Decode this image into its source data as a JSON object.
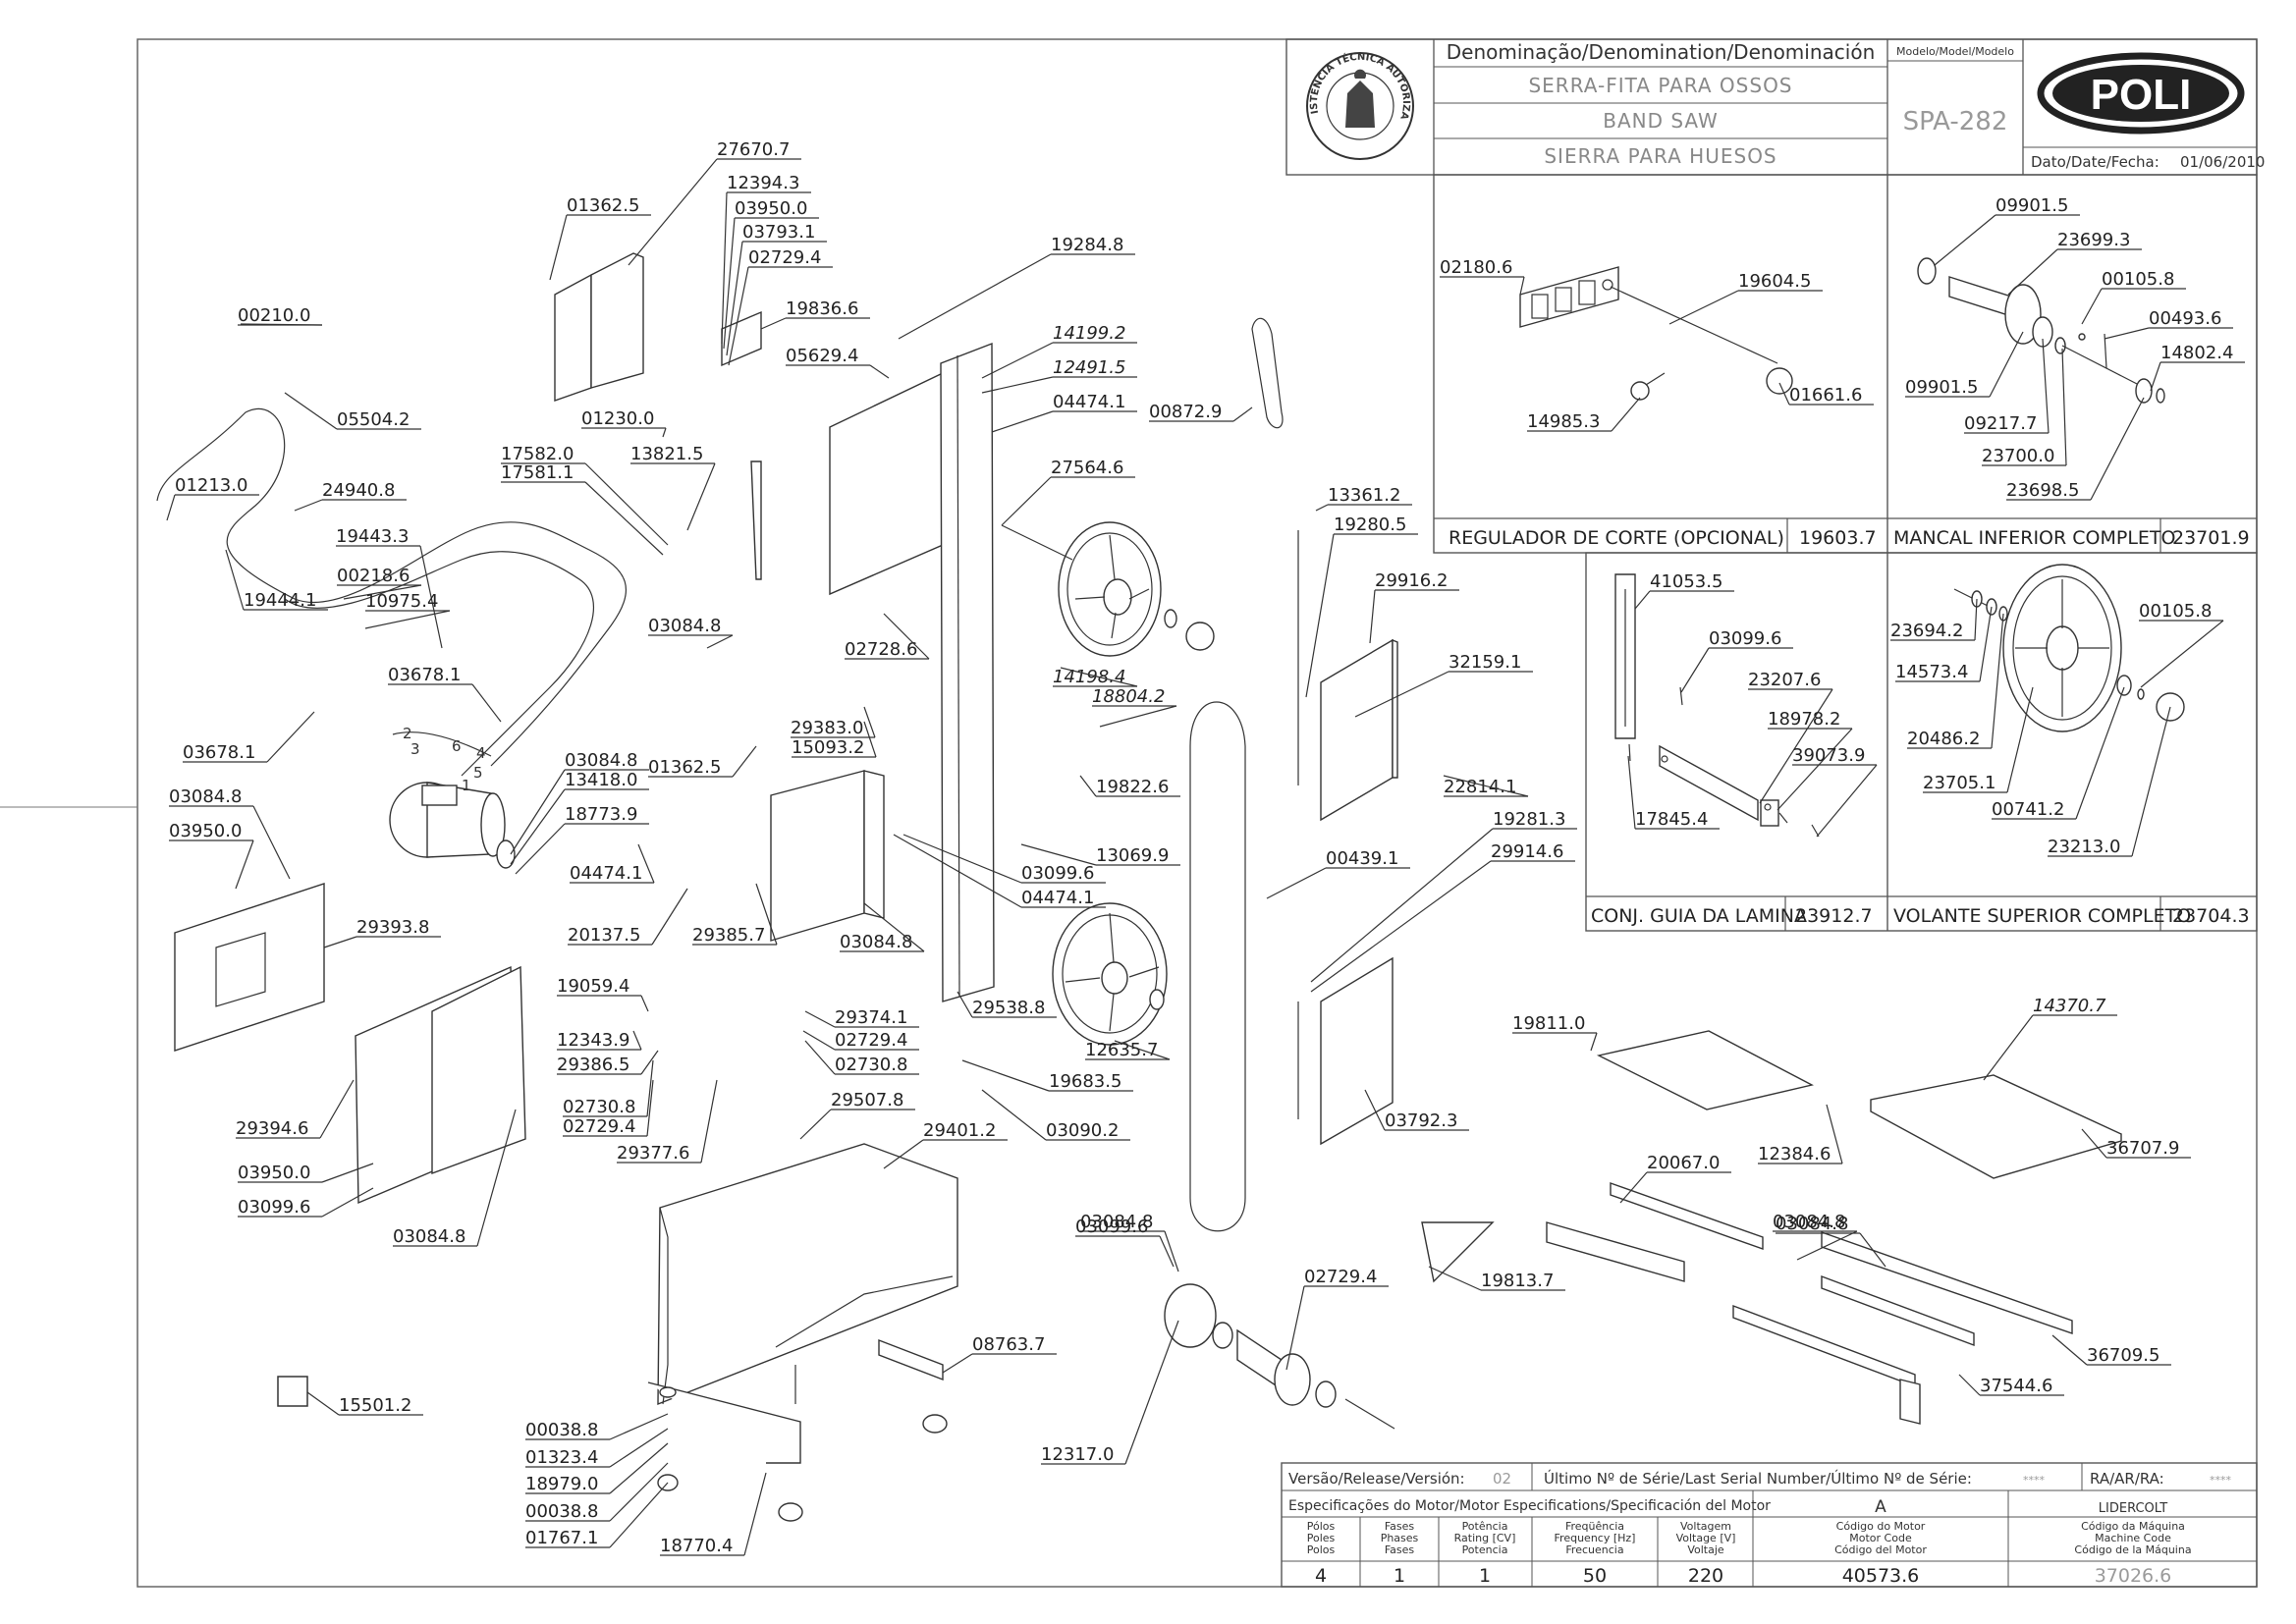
{
  "title_block": {
    "denomination_header": "Denominação/Denomination/Denominación",
    "name_pt": "SERRA-FITA PARA OSSOS",
    "name_en": "BAND SAW",
    "name_es": "SIERRA PARA HUESOS",
    "model_header": "Modelo/Model/Modelo",
    "model": "SPA-282",
    "brand": "POLI",
    "date_label": "Dato/Date/Fecha:",
    "date": "01/06/2010",
    "seal_text": "ASSISTÊNCIA TÉCNICA AUTORIZADA"
  },
  "subassemblies": [
    {
      "title": "REGULADOR DE CORTE (OPCIONAL)",
      "code": "19603.7",
      "parts": [
        "02180.6",
        "19604.5",
        "14985.3",
        "01661.6"
      ]
    },
    {
      "title": "MANCAL INFERIOR COMPLETO",
      "code": "23701.9",
      "parts": [
        "09901.5",
        "23699.3",
        "00105.8",
        "00493.6",
        "14802.4",
        "09901.5",
        "09217.7",
        "23700.0",
        "23698.5"
      ]
    },
    {
      "title": "CONJ. GUIA DA LAMINA",
      "code": "23912.7",
      "parts": [
        "41053.5",
        "03099.6",
        "23207.6",
        "18978.2",
        "39073.9",
        "17845.4"
      ]
    },
    {
      "title": "VOLANTE SUPERIOR COMPLETO",
      "code": "23704.3",
      "parts": [
        "23694.2",
        "00105.8",
        "14573.4",
        "20486.2",
        "23705.1",
        "00741.2",
        "23213.0"
      ]
    }
  ],
  "main_labels": [
    "27670.7",
    "01362.5",
    "12394.3",
    "03950.0",
    "03793.1",
    "02729.4",
    "19836.6",
    "19284.8",
    "14199.2",
    "12491.5",
    "05629.4",
    "04474.1",
    "00872.9",
    "00210.0",
    "05504.2",
    "01230.0",
    "13821.5",
    "17582.0",
    "17581.1",
    "27564.6",
    "01213.0",
    "24940.8",
    "19443.3",
    "00218.6",
    "10975.4",
    "19444.1",
    "03678.1",
    "03678.1",
    "03084.8",
    "02728.6",
    "14198.4",
    "18804.2",
    "29383.0",
    "15093.2",
    "01362.5",
    "03084.8",
    "13418.0",
    "18773.9",
    "03084.8",
    "03950.0",
    "04474.1",
    "20137.5",
    "29385.7",
    "03084.8",
    "19822.6",
    "13069.9",
    "03099.6",
    "04474.1",
    "29393.8",
    "19059.4",
    "12343.9",
    "29386.5",
    "02730.8",
    "02729.4",
    "29377.6",
    "29374.1",
    "02729.4",
    "02730.8",
    "29507.8",
    "29538.8",
    "12635.7",
    "19683.5",
    "03090.2",
    "29394.6",
    "03950.0",
    "03099.6",
    "03084.8",
    "29401.2",
    "13361.2",
    "19280.5",
    "29916.2",
    "32159.1",
    "22814.1",
    "00439.1",
    "19281.3",
    "29914.6",
    "03792.3",
    "19811.0",
    "14370.7",
    "03084.8",
    "20067.0",
    "12384.6",
    "36707.9",
    "03084.8",
    "19813.7",
    "36709.5",
    "37544.6",
    "03084.8",
    "03099.6",
    "02729.4",
    "12317.0",
    "08763.7",
    "00038.8",
    "01323.4",
    "18979.0",
    "00038.8",
    "01767.1",
    "18770.4",
    "15501.2"
  ],
  "wire_numbers": [
    "2",
    "3",
    "6",
    "4",
    "5",
    "1"
  ],
  "footer": {
    "version_label": "Versão/Release/Versión:",
    "version": "02",
    "serial_label": "Último Nº de Série/Last Serial Number/Último Nº de Série:",
    "serial": "****",
    "ra_label": "RA/AR/RA:",
    "ra": "****",
    "motor_spec_label": "Especificações do Motor/Motor Especifications/Specificación del Motor",
    "motor_class": "A",
    "manufacturer": "LIDERCOLT",
    "columns": [
      {
        "h1": "Pólos",
        "h2": "Poles",
        "h3": "Polos",
        "value": "4"
      },
      {
        "h1": "Fases",
        "h2": "Phases",
        "h3": "Fases",
        "value": "1"
      },
      {
        "h1": "Potência",
        "h2": "Rating [CV]",
        "h3": "Potencia",
        "value": "1"
      },
      {
        "h1": "Freqüência",
        "h2": "Frequency [Hz]",
        "h3": "Frecuencia",
        "value": "50"
      },
      {
        "h1": "Voltagem",
        "h2": "Voltage [V]",
        "h3": "Voltaje",
        "value": "220"
      },
      {
        "h1": "Código do Motor",
        "h2": "Motor Code",
        "h3": "Código del Motor",
        "value": "40573.6"
      },
      {
        "h1": "Código da Máquina",
        "h2": "Machine Code",
        "h3": "Código de la Máquina",
        "value": "37026.6"
      }
    ]
  }
}
